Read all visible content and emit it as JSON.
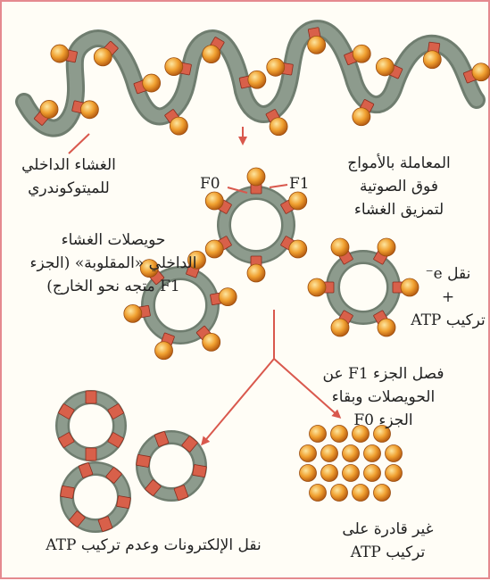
{
  "labels": {
    "inner_membrane": "الغشاء الداخلي\nللميتوكوندري",
    "ultrasonic": "المعاملة بالأمواج\nفوق الصوتية\nلتمزيق الغشاء",
    "inverted_vesicles": "حويصلات الغشاء\nالداخلي «المقلوبة» (الجزء\nF1 متجه نحو الخارج)",
    "electron_transport": "نقل e⁻\n+\nتركيب ATP",
    "f1_removal": "فصل الجزء F1 عن\nالحويصلات وبقاء\nالجزء F0",
    "no_atp_synthesis": "نقل الإلكترونات وعدم تركيب ATP",
    "incapable": "غير قادرة على\nتركيب ATP",
    "f0": "F0",
    "f1": "F1"
  },
  "colors": {
    "membrane": "#8d9b8d",
    "particle": "#f0a030",
    "stalk": "#d8604a",
    "arrow": "#d9584d",
    "frame": "#e58a8f"
  }
}
